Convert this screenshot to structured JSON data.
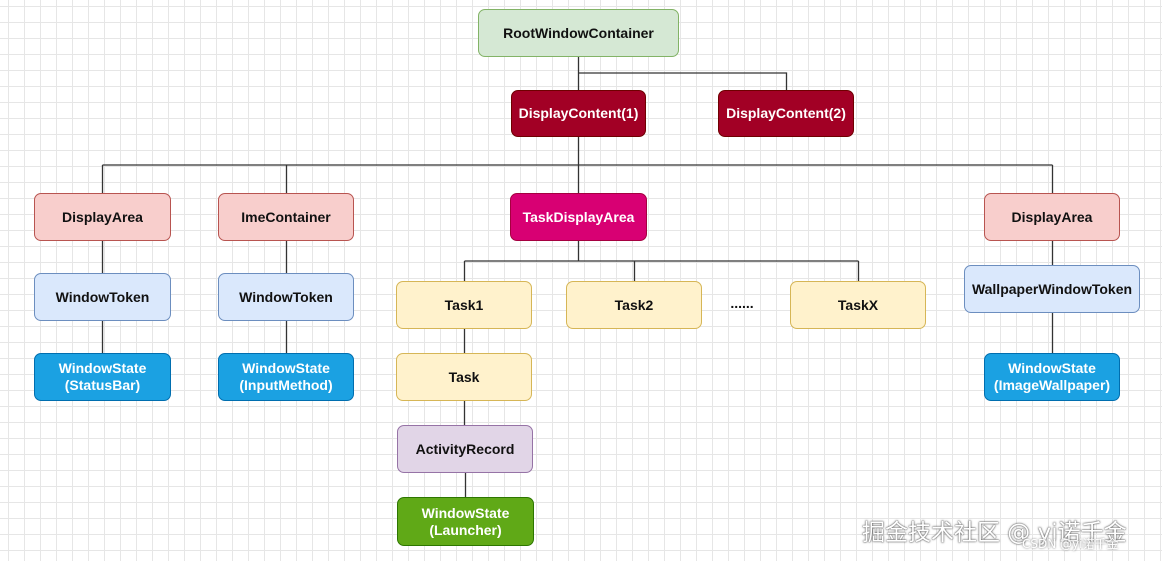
{
  "nodes": {
    "root": {
      "label": "RootWindowContainer"
    },
    "display_content_1": {
      "label": "DisplayContent(1)"
    },
    "display_content_2": {
      "label": "DisplayContent(2)"
    },
    "display_area_left": {
      "label": "DisplayArea"
    },
    "ime_container": {
      "label": "ImeContainer"
    },
    "task_display_area": {
      "label": "TaskDisplayArea"
    },
    "display_area_right": {
      "label": "DisplayArea"
    },
    "window_token_1": {
      "label": "WindowToken"
    },
    "window_token_2": {
      "label": "WindowToken"
    },
    "wallpaper_window_token": {
      "label": "WallpaperWindowToken"
    },
    "task1": {
      "label": "Task1"
    },
    "task2": {
      "label": "Task2"
    },
    "taskx": {
      "label": "TaskX"
    },
    "task_ellipsis": "......",
    "window_state_statusbar": {
      "line1": "WindowState",
      "line2": "(StatusBar)"
    },
    "window_state_inputmethod": {
      "line1": "WindowState",
      "line2": "(InputMethod)"
    },
    "window_state_wallpaper": {
      "line1": "WindowState",
      "line2": "(ImageWallpaper)"
    },
    "task": {
      "label": "Task"
    },
    "activity_record": {
      "label": "ActivityRecord"
    },
    "window_state_launcher": {
      "line1": "WindowState",
      "line2": "(Launcher)"
    }
  },
  "watermark": {
    "main": "掘金技术社区 @ yi诺千金",
    "sub": "CSDN @yi诺千金"
  },
  "colors": {
    "line": "#333333",
    "grid": "#e6e6e6",
    "green_light": "#d5e8d4",
    "crimson": "#a20025",
    "pink_light": "#f8cecc",
    "magenta": "#d80073",
    "blue_light": "#dae8fc",
    "cyan": "#1ba1e2",
    "yellow": "#fff2cc",
    "purple": "#e1d5e7",
    "green": "#60a917"
  }
}
